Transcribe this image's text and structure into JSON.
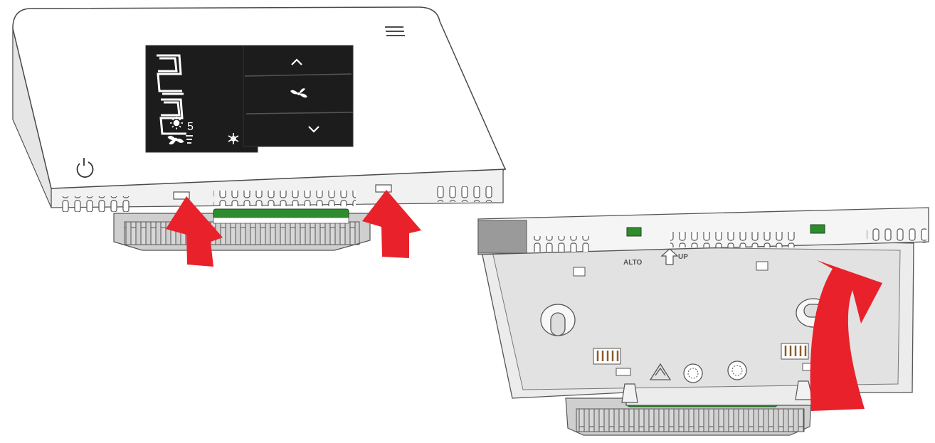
{
  "display": {
    "temperature_digits": "22",
    "temperature_decimal": "5"
  },
  "device_icons": {
    "mode_heat": "sun-icon",
    "mode_fan": "fan-speed-icon",
    "mode_cool": "snowflake-icon",
    "menu": "hamburger-menu-icon",
    "power": "power-icon",
    "up": "chevron-up-icon",
    "fan": "fan-icon",
    "down": "chevron-down-icon"
  },
  "base_stamps": {
    "orientation_it": "ALTO",
    "orientation_en": "UP"
  },
  "colors": {
    "arrow": "#e8212b",
    "panel": "#1c1c1c",
    "clip": "#2e8b2e",
    "body": "#ffffff",
    "outline": "#4a4a4a"
  }
}
